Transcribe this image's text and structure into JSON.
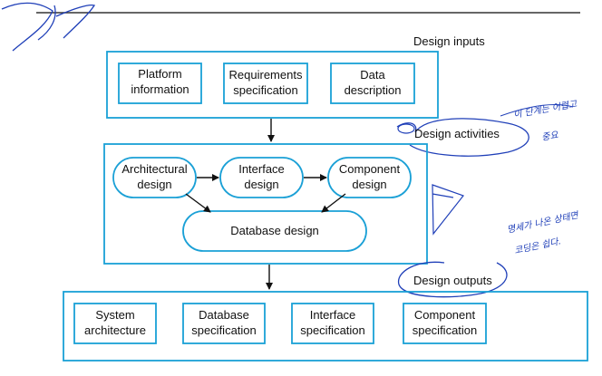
{
  "labels": {
    "design_inputs": "Design inputs",
    "design_activities": "Design activities",
    "design_outputs": "Design outputs"
  },
  "inputs": [
    {
      "line1": "Platform",
      "line2": "information"
    },
    {
      "line1": "Requirements",
      "line2": "specification"
    },
    {
      "line1": "Data",
      "line2": "description"
    }
  ],
  "activities": {
    "architectural": {
      "line1": "Architectural",
      "line2": "design"
    },
    "interface": {
      "line1": "Interface",
      "line2": "design"
    },
    "component": {
      "line1": "Component",
      "line2": "design"
    },
    "database": "Database design"
  },
  "outputs": [
    {
      "line1": "System",
      "line2": "architecture"
    },
    {
      "line1": "Database",
      "line2": "specification"
    },
    {
      "line1": "Interface",
      "line2": "specification"
    },
    {
      "line1": "Component",
      "line2": "specification"
    }
  ],
  "annotations": {
    "note1_line1": "이 단계는 어렵고",
    "note1_line2": "중요",
    "note2_line1": "명세가 나온 상태면",
    "note2_line2": "코딩은 쉽다."
  },
  "colors": {
    "box_stroke": "#1aa0d6",
    "pen": "#1f3fb8",
    "text": "#111111"
  }
}
